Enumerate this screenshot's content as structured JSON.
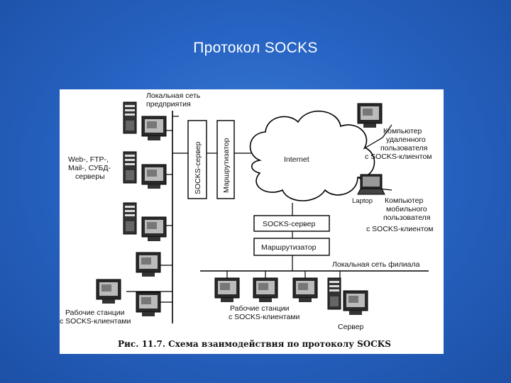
{
  "slide": {
    "title": "Протокол SOCKS",
    "background_color": "#2866c6",
    "title_color": "#ffffff"
  },
  "diagram": {
    "labels": {
      "lan_enterprise_1": "Локальная сеть",
      "lan_enterprise_2": "предприятия",
      "servers_1": "Web-, FTP-,",
      "servers_2": "Mail-, СУБД-",
      "servers_3": "серверы",
      "socks_server_vertical": "SOCKS-сервер",
      "router_vertical": "Маршрутизатор",
      "internet": "Internet",
      "remote_1": "Компьютер",
      "remote_2": "удаленного",
      "remote_3": "пользователя",
      "remote_4": "с SOCKS-клиентом",
      "laptop": "Laptop",
      "mobile_1": "Компьютер",
      "mobile_2": "мобильного",
      "mobile_3": "пользователя",
      "mobile_4": "с SOCKS-клиентом",
      "socks_server_box": "SOCKS-сервер",
      "router_box": "Маршрутизатор",
      "lan_branch": "Локальная сеть филиала",
      "ws_left_1": "Рабочие станции",
      "ws_left_2": "с SOCKS-клиентами",
      "ws_branch_1": "Рабочие станции",
      "ws_branch_2": "с SOCKS-клиентами",
      "server": "Сервер"
    },
    "caption": "Рис. 11.7. Схема взаимодействия по протоколу SOCKS"
  }
}
